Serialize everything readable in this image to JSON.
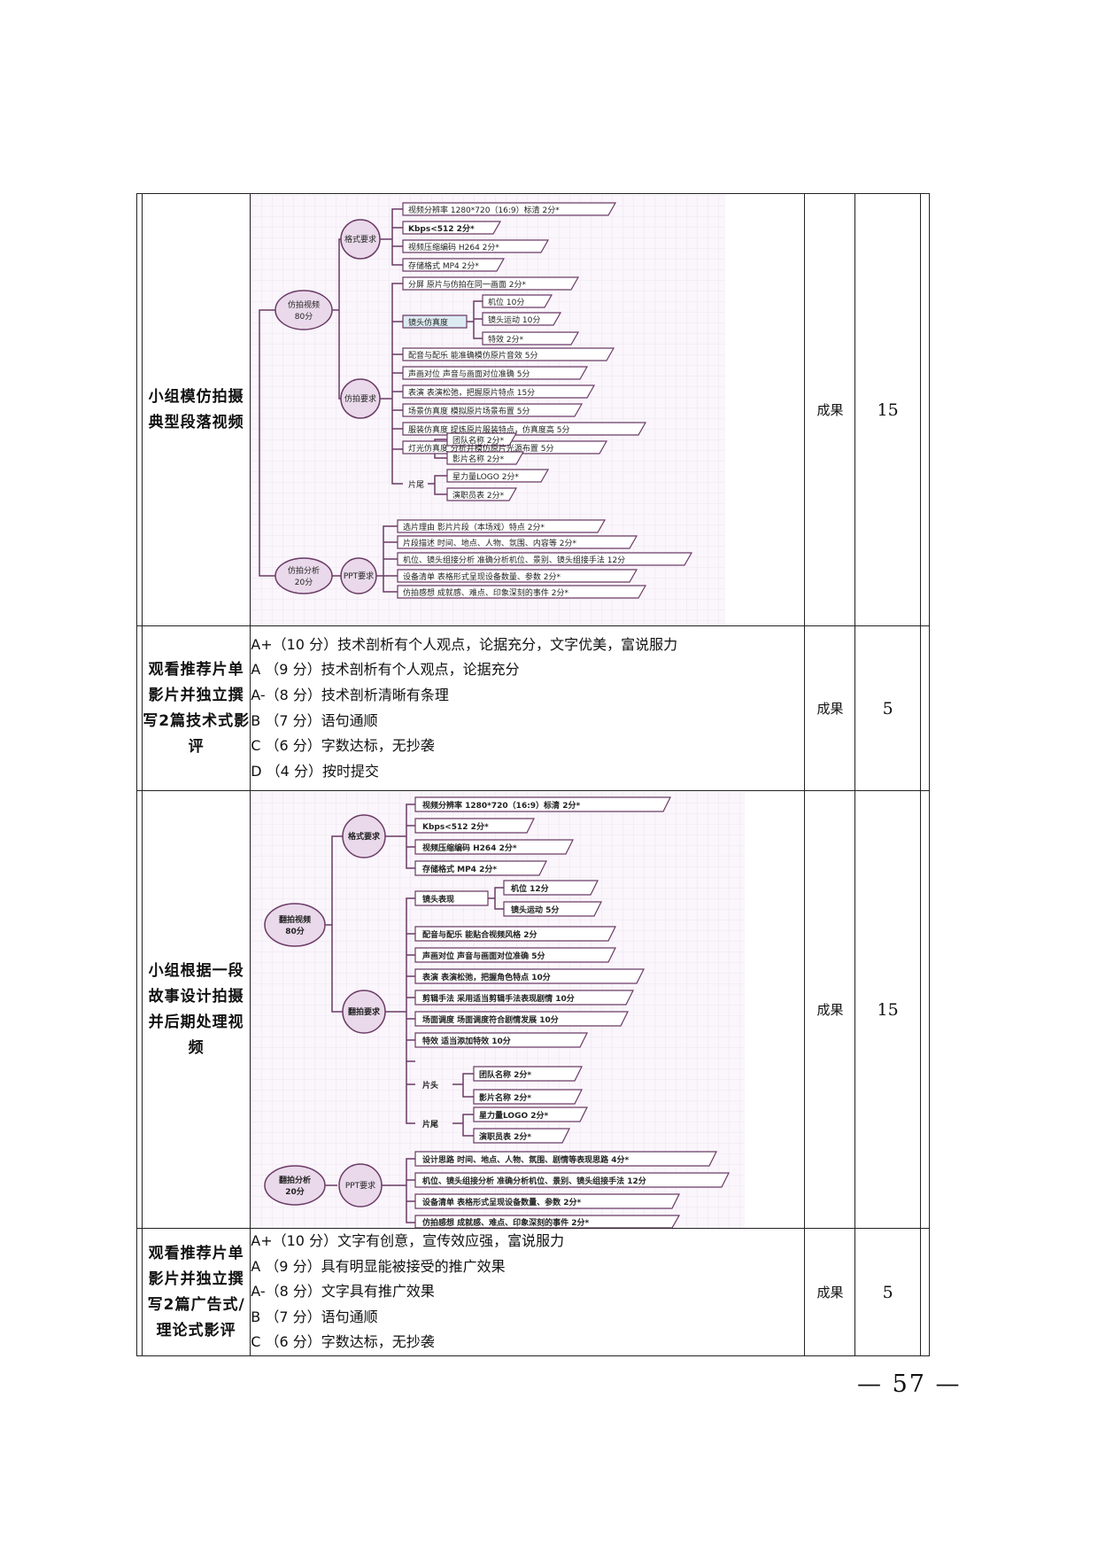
{
  "rows": [
    {
      "name": "小组模仿拍摄典型段落视频",
      "type": "成果",
      "score": "15",
      "mindmap": {
        "n1": "仿拍视频",
        "n1s": "80分",
        "n2": "仿拍分析",
        "n2s": "20分",
        "g1": "格式要求",
        "g2": "仿拍要求",
        "g3": "PPT要求",
        "f1": "视频分辨率        1280*720（16:9）标清     2分*",
        "f2": "Kbps<512        2分*",
        "f3": "视频压缩编码         H264       2分*",
        "f4": "存储格式 MP4       2分*",
        "r1": "分屏      原片与仿拍在同一画面            2分*",
        "r2": "镜头仿真度",
        "r2a": "机位   10分",
        "r2b": "镜头运动 10分",
        "r2c": "特效           2分*",
        "r3": "配音与配乐          能准确模仿原片音效            5分",
        "r4": "声画对位  声音与画面对位准确              5分",
        "r5": "表演        表演松弛，把握原片特点          15分",
        "r6": "场景仿真度          模拟原片场景布置   5分",
        "r7": "服装仿真度          提炼原片服装特点，仿真度高                 5分",
        "r8": "灯光仿真度          分析并模仿原片光源布置           5分",
        "r9": "片头",
        "r9a": "团队名称 2分*",
        "r9b": "影片名称 2分*",
        "r10": "片尾",
        "r10a": "星力量LOGO        2分*",
        "r10b": "演职员表 2分*",
        "p1": "选片理由   影片片段（本场戏）特点      2分*",
        "p2": "片段描述   时间、地点、人物、氛围、内容等           2分*",
        "p3": "机位、镜头组接分析   准确分析机位、景别、镜头组接手法       12分",
        "p4": "设备清单   表格形式呈现设备数量、参数          2分*",
        "p5": "仿拍感想   成就感、难点、印象深刻的事件    2分*"
      }
    },
    {
      "name": "观看推荐片单影片并独立撰写2篇技术式影评",
      "type": "成果",
      "score": "5",
      "criteria": [
        "A+（10 分）技术剖析有个人观点，论据充分，文字优美，富说服力",
        "A  （9 分）技术剖析有个人观点，论据充分",
        "A-（8 分）技术剖析清晰有条理",
        "B  （7 分）语句通顺",
        "C  （6 分）字数达标，无抄袭",
        "D  （4 分）按时提交"
      ]
    },
    {
      "name": "小组根据一段故事设计拍摄并后期处理视频",
      "type": "成果",
      "score": "15",
      "mindmap": {
        "n1": "翻拍视频",
        "n1s": "80分",
        "n2": "翻拍分析",
        "n2s": "20分",
        "g1": "格式要求",
        "g2": "翻拍要求",
        "g3": "PPT要求",
        "f1": "视频分辨率         1280*720（16:9）标清       2分*",
        "f2": "Kbps<512        2分*",
        "f3": "视频压缩编码           H264        2分*",
        "f4": "存储格式 MP4        2分*",
        "r1": "镜头表现",
        "r1a": "机位        12分",
        "r1b": "镜头运动   5分",
        "r2": "配音与配乐          能贴合视频风格   2分",
        "r3": "声画对位   声音与画面对位准确          5分",
        "r4": "表演          表演松弛，把握角色特点          10分",
        "r5": "剪辑手法   采用适当剪辑手法表现剧情   10分",
        "r6": "场面调度   场面调度符合剧情发展          10分",
        "r7": "特效        适当添加特效          10分",
        "r8": "片头",
        "r8a": "团队名称 2分*",
        "r8b": "影片名称 2分*",
        "r9": "片尾",
        "r9a": "星力量LOGO   2分*",
        "r9b": "演职员表 2分*",
        "p1": "设计思路    时间、地点、人物、氛围、剧情等表现思路    4分*",
        "p2": "机位、镜头组接分析    准确分析机位、景别、镜头组接手法   12分",
        "p3": "设备清单    表格形式呈现设备数量、参数          2分*",
        "p4": "仿拍感想    成就感、难点、印象深刻的事件          2分*"
      }
    },
    {
      "name": "观看推荐片单影片并独立撰写2篇广告式/理论式影评",
      "type": "成果",
      "score": "5",
      "criteria": [
        "A+（10 分）文字有创意，宣传效应强，富说服力",
        "A  （9 分）具有明显能被接受的推广效果",
        "A-（8 分）文字具有推广效果",
        "B  （7 分）语句通顺",
        "C  （6 分）字数达标，无抄袭"
      ]
    }
  ],
  "page_number": "— 57 —",
  "colors": {
    "mm_fill": "#e9d9ea",
    "mm_stroke": "#6b3a66",
    "mm_bg": "#faf6fb",
    "mm_grid": "#eadfee"
  }
}
